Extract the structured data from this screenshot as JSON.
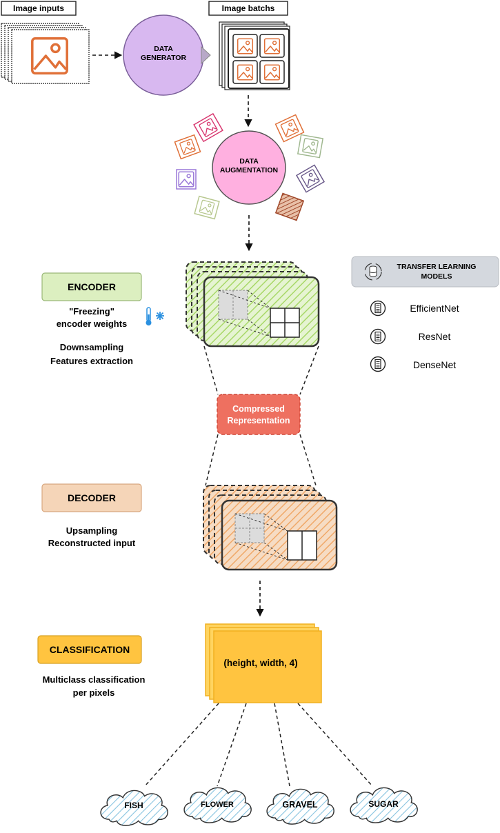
{
  "header": {
    "image_inputs_label": "Image inputs",
    "image_batchs_label": "Image batchs"
  },
  "generator": {
    "line1": "DATA",
    "line2": "GENERATOR"
  },
  "augmentation": {
    "line1": "DATA",
    "line2": "AUGMENTATION"
  },
  "encoder": {
    "label": "ENCODER",
    "freeze_line1": "\"Freezing\"",
    "freeze_line2": "encoder weights",
    "desc_line1": "Downsampling",
    "desc_line2": "Features extraction"
  },
  "transfer": {
    "title_line1": "TRANSFER LEARNING",
    "title_line2": "MODELS",
    "models": [
      "EfficientNet",
      "ResNet",
      "DenseNet"
    ]
  },
  "compressed": {
    "line1": "Compressed",
    "line2": "Representation"
  },
  "decoder": {
    "label": "DECODER",
    "desc_line1": "Upsampling",
    "desc_line2": "Reconstructed input"
  },
  "classification": {
    "label": "CLASSIFICATION",
    "desc_line1": "Multiclass classification",
    "desc_line2": "per pixels",
    "output_shape": "(height, width, 4)"
  },
  "classes": [
    "FISH",
    "FLOWER",
    "GRAVEL",
    "SUGAR"
  ],
  "colors": {
    "generator": "#d8b8f0",
    "augmentation": "#ffb0e0",
    "encoder": "#dcefc0",
    "encoder_hatch": "#a8d868",
    "decoder": "#f5d5b8",
    "decoder_hatch": "#f0a868",
    "compressed": "#ee7060",
    "classification": "#ffc440",
    "transfer": "#d4d8de",
    "cloud_hatch": "#88c4e0",
    "image_icon": "#e07038",
    "freeze": "#2a90e0"
  }
}
